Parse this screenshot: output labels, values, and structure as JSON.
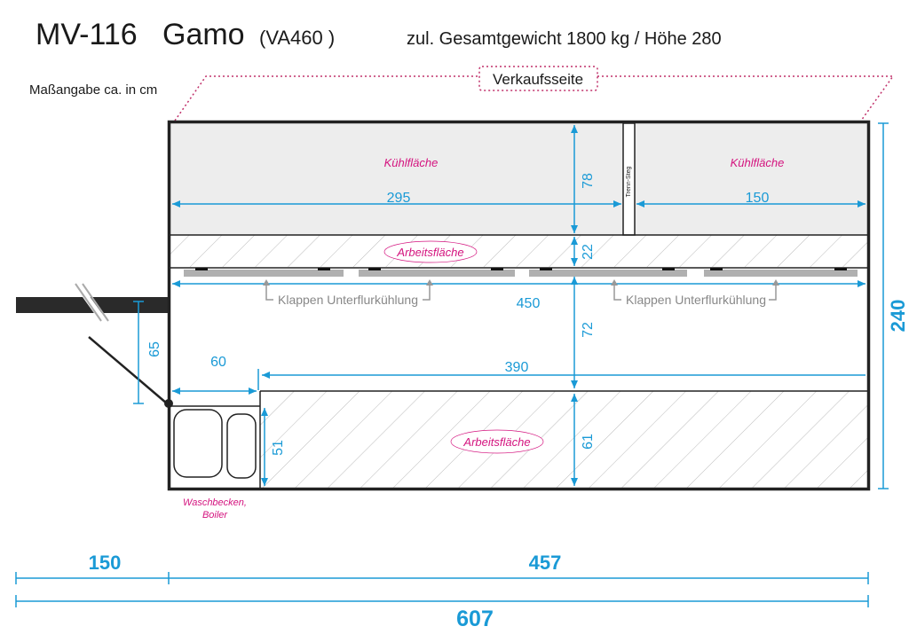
{
  "header": {
    "model": "MV-116",
    "name": "Gamo",
    "variant": "(VA460 )",
    "weight_height": "zul. Gesamtgewicht 1800 kg / Höhe 280"
  },
  "note": "Maßangabe ca. in cm",
  "sales_side": "Verkaufsseite",
  "zones": {
    "cooling_left": "Kühlfläche",
    "cooling_right": "Kühlfläche",
    "work_top": "Arbeitsfläche",
    "work_bottom": "Arbeitsfläche",
    "divider": "Trenn-Steg",
    "flaps_left": "Klappen Unterflurkühlung",
    "flaps_right": "Klappen Unterflurkühlung",
    "sink": "Waschbecken,",
    "boiler": "Boiler"
  },
  "dimensions": {
    "cool_left_width": "295",
    "cool_right_width": "150",
    "cool_depth": "78",
    "work_depth": "22",
    "total_inner_length": "450",
    "aisle_depth": "72",
    "hitch_depth": "65",
    "sink_width": "60",
    "bottom_work_length": "390",
    "sink_depth": "51",
    "bottom_work_depth": "61",
    "total_width": "240",
    "drawbar_length": "150",
    "body_length": "457",
    "total_length": "607"
  },
  "colors": {
    "dimension": "#1a9ad6",
    "label": "#d4147f",
    "outline": "#222222",
    "sales_outline": "#c0306a",
    "cooling_fill": "#ededed"
  }
}
